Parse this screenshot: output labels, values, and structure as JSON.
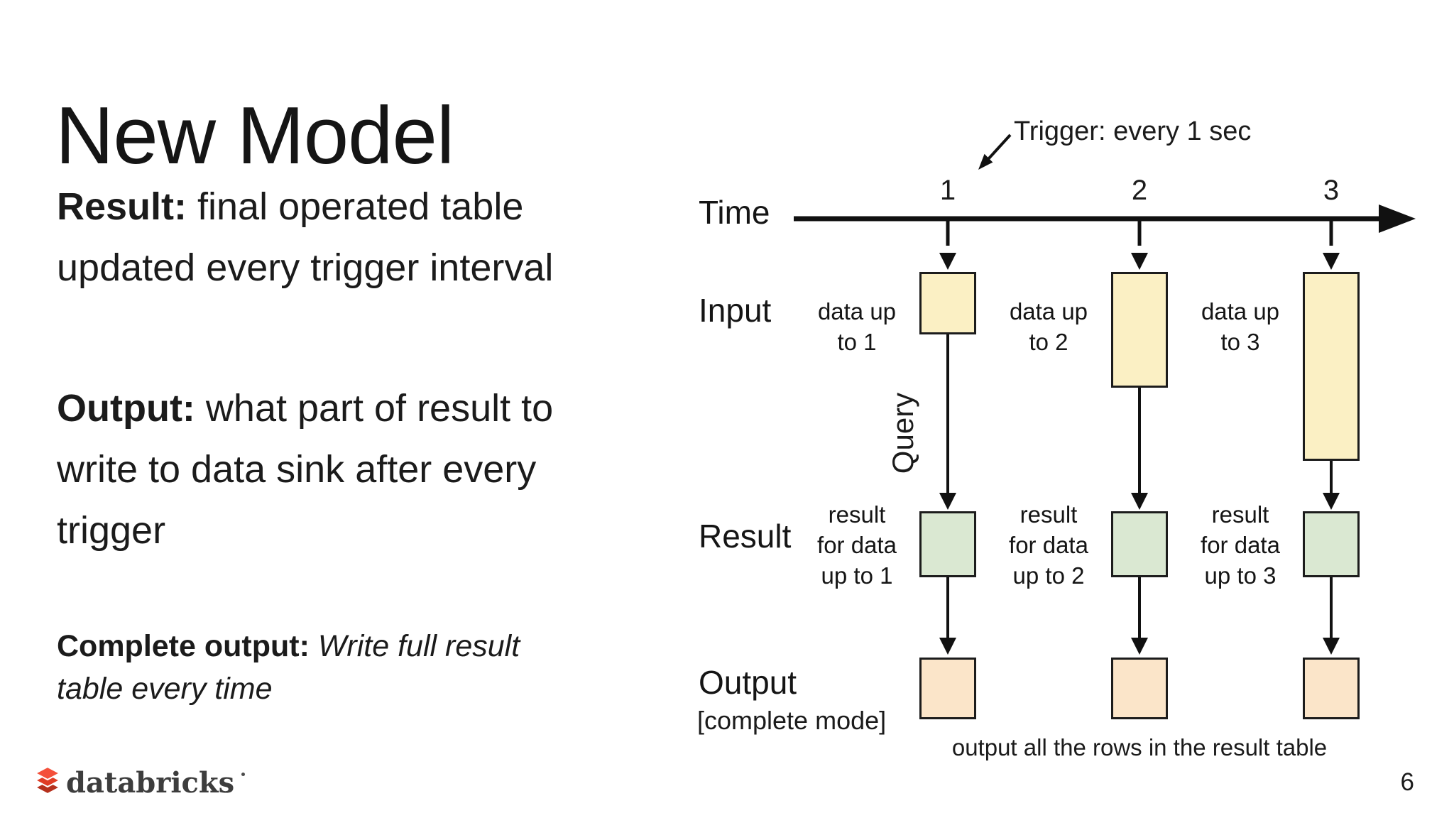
{
  "slide": {
    "title": "New Model",
    "page_number": "6",
    "logo_text": "databricks",
    "bullets": [
      {
        "lead": "Result:",
        "rest": " final operated table\nupdated every trigger interval"
      },
      {
        "lead": "Output:",
        "rest": " what part of result to\nwrite to data sink after every\ntrigger"
      },
      {
        "lead": "Complete output:",
        "rest": "  Write full result\ntable every time"
      }
    ]
  },
  "diagram": {
    "trigger_label": "Trigger: every 1 sec",
    "row_labels": {
      "time": "Time",
      "input": "Input",
      "result": "Result",
      "output": "Output",
      "output_mode": "[complete mode]"
    },
    "query_label": "Query",
    "ticks": [
      "1",
      "2",
      "3"
    ],
    "columns": [
      {
        "tick": "1",
        "input_caption": "data up\nto 1",
        "result_caption": "result\nfor data\nup to 1"
      },
      {
        "tick": "2",
        "input_caption": "data up\nto 2",
        "result_caption": "result\nfor data\nup to 2"
      },
      {
        "tick": "3",
        "input_caption": "data up\nto 3",
        "result_caption": "result\nfor data\nup to 3"
      }
    ],
    "footer_note": "output all the rows in the result table",
    "colors": {
      "input_box": "#FBF0C4",
      "result_box": "#DAE8D2",
      "output_box": "#FBE5C9",
      "stroke": "#111111",
      "logo_red_top": "#F4503A",
      "logo_red_mid": "#E03C24",
      "logo_red_bottom": "#B5301C"
    }
  }
}
